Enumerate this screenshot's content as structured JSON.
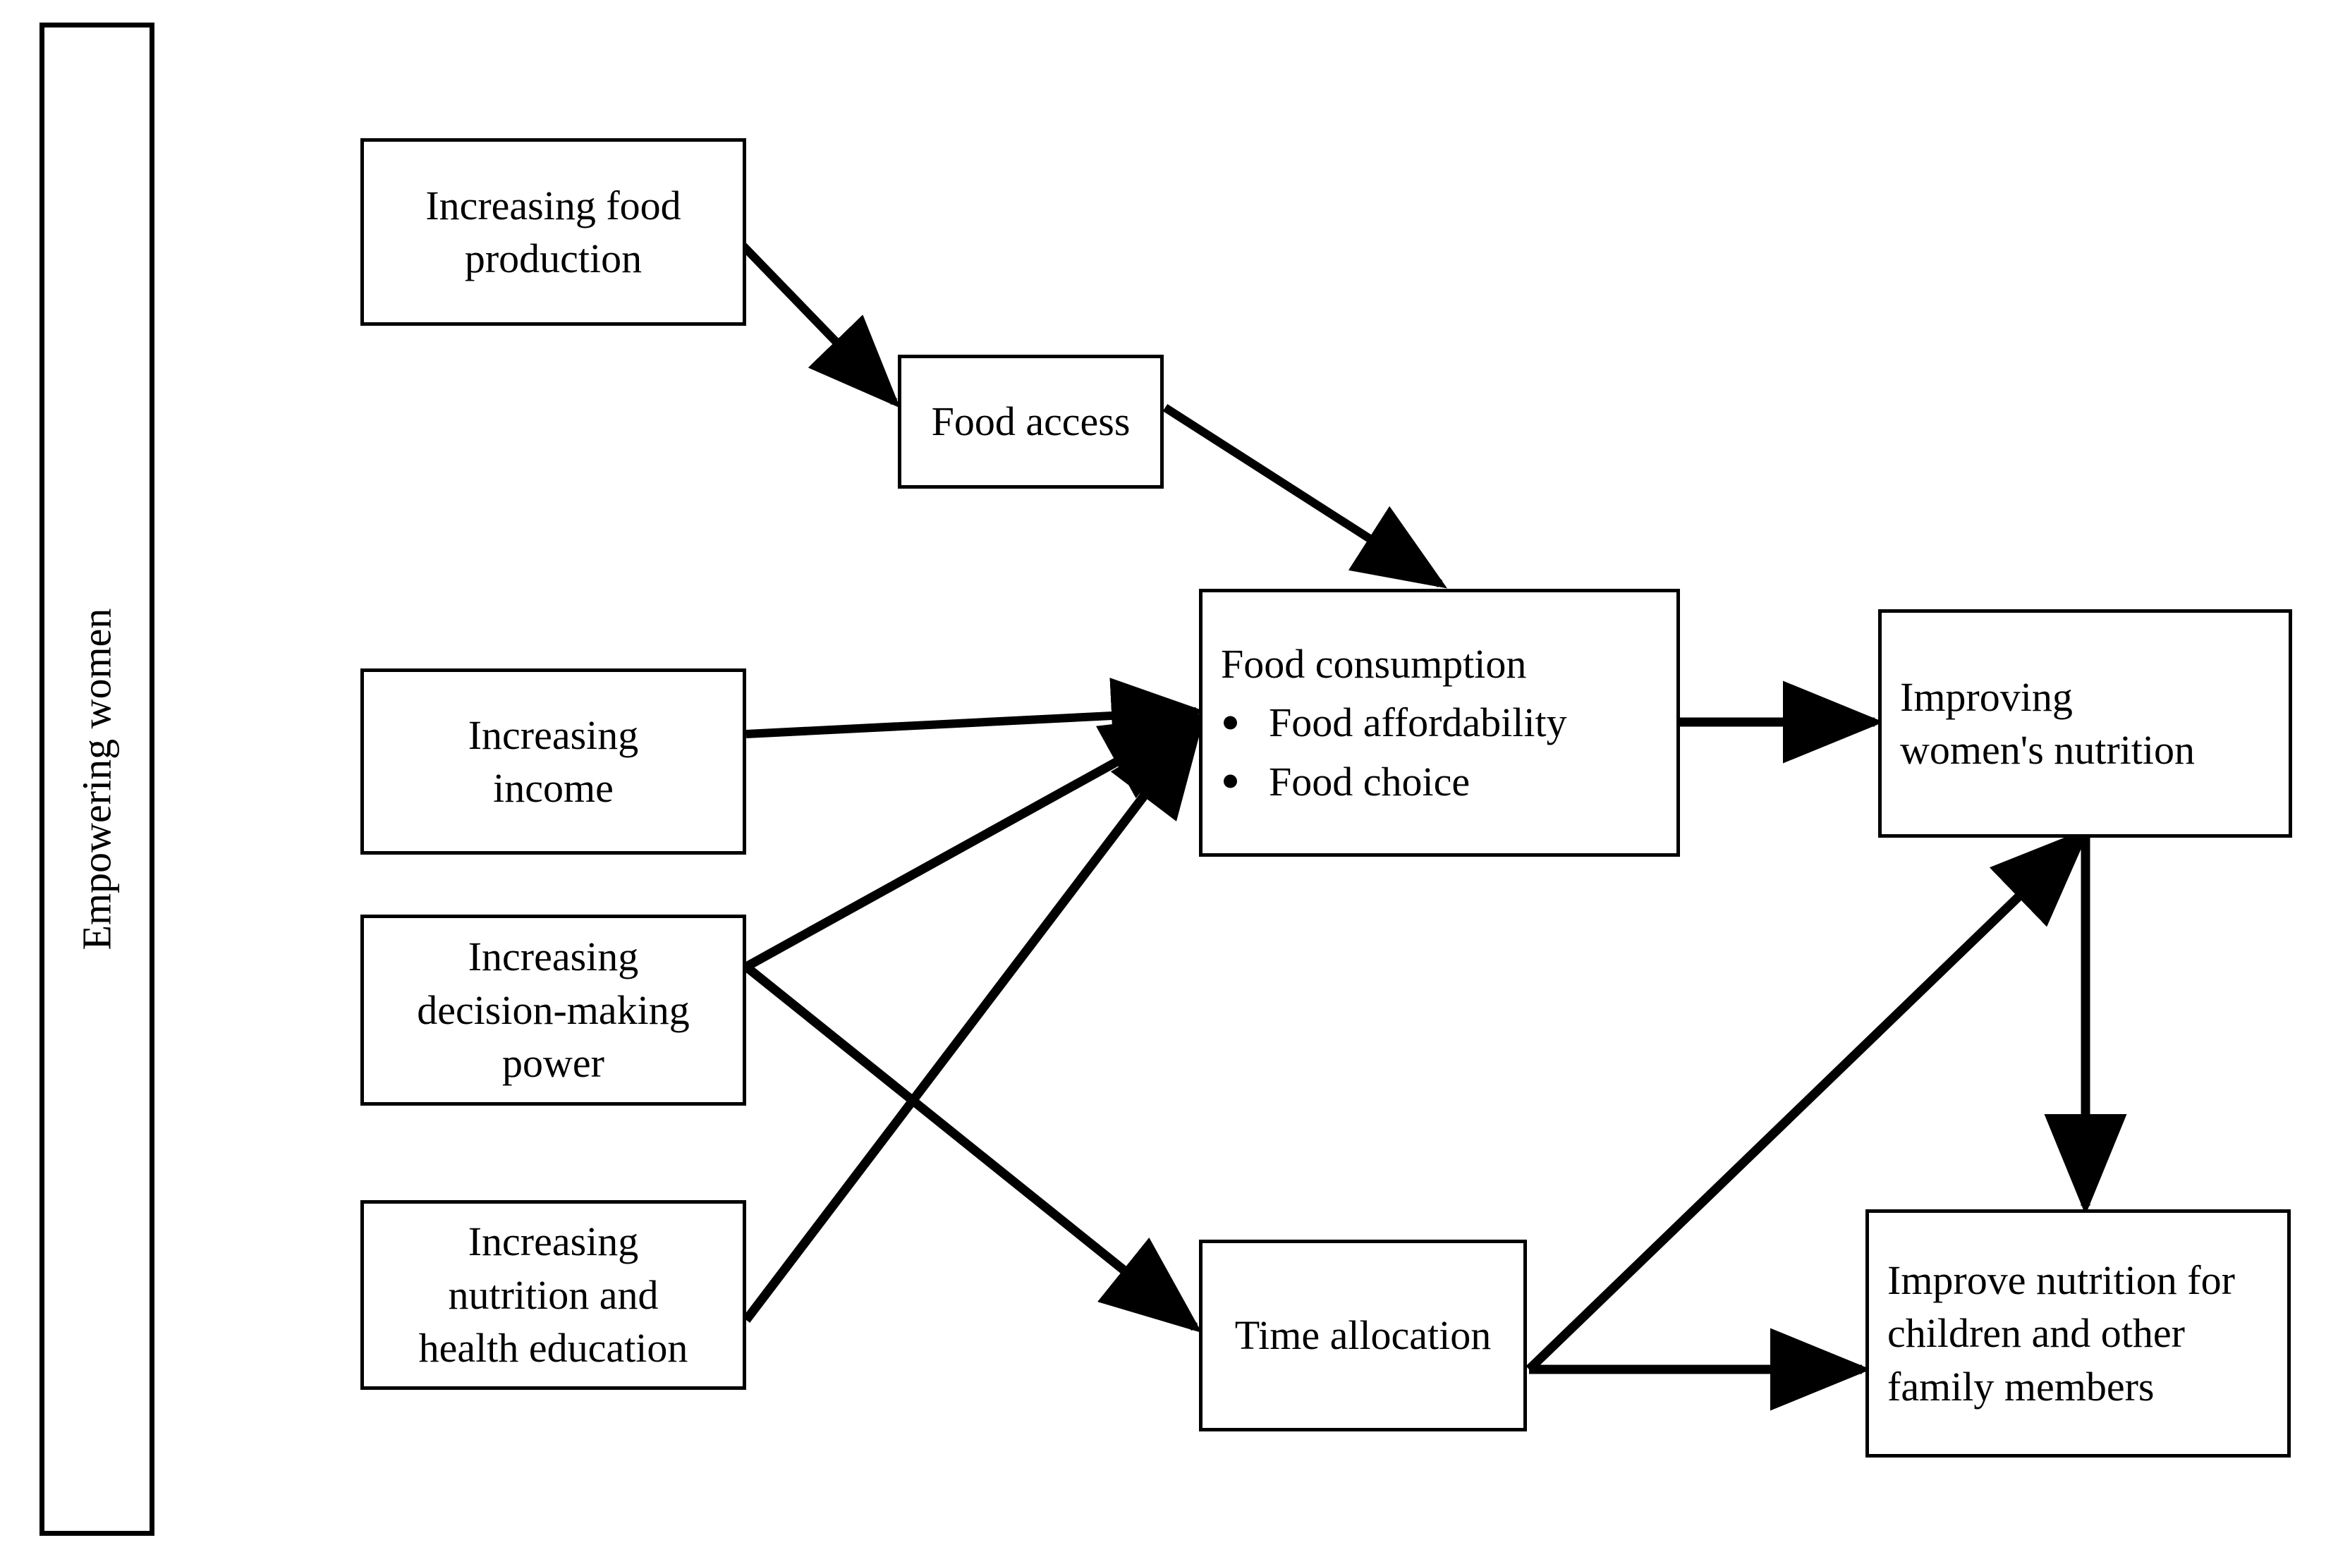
{
  "diagram": {
    "type": "flowchart",
    "banner": {
      "label": "Empowering women"
    },
    "nodes": {
      "food_production": {
        "label": "Increasing food\nproduction"
      },
      "food_access": {
        "label": "Food access"
      },
      "income": {
        "label": "Increasing\nincome"
      },
      "decision_power": {
        "label": "Increasing\ndecision-making\npower"
      },
      "nutrition_education": {
        "label": "Increasing\nnutrition and\nhealth education"
      },
      "food_consumption": {
        "title": "Food consumption",
        "bullets": [
          "Food affordability",
          "Food choice"
        ]
      },
      "time_allocation": {
        "label": "Time allocation"
      },
      "women_nutrition": {
        "label": "Improving\nwomen's nutrition"
      },
      "family_nutrition": {
        "label": "Improve nutrition for\nchildren and other\nfamily members"
      }
    },
    "edges": [
      {
        "from": "food_production",
        "to": "food_access"
      },
      {
        "from": "food_access",
        "to": "food_consumption"
      },
      {
        "from": "income",
        "to": "food_consumption"
      },
      {
        "from": "decision_power",
        "to": "food_consumption"
      },
      {
        "from": "decision_power",
        "to": "time_allocation"
      },
      {
        "from": "nutrition_education",
        "to": "food_consumption"
      },
      {
        "from": "food_consumption",
        "to": "women_nutrition"
      },
      {
        "from": "time_allocation",
        "to": "women_nutrition"
      },
      {
        "from": "time_allocation",
        "to": "family_nutrition"
      },
      {
        "from": "women_nutrition",
        "to": "family_nutrition"
      }
    ],
    "colors": {
      "stroke": "#000000",
      "background": "#ffffff"
    }
  }
}
